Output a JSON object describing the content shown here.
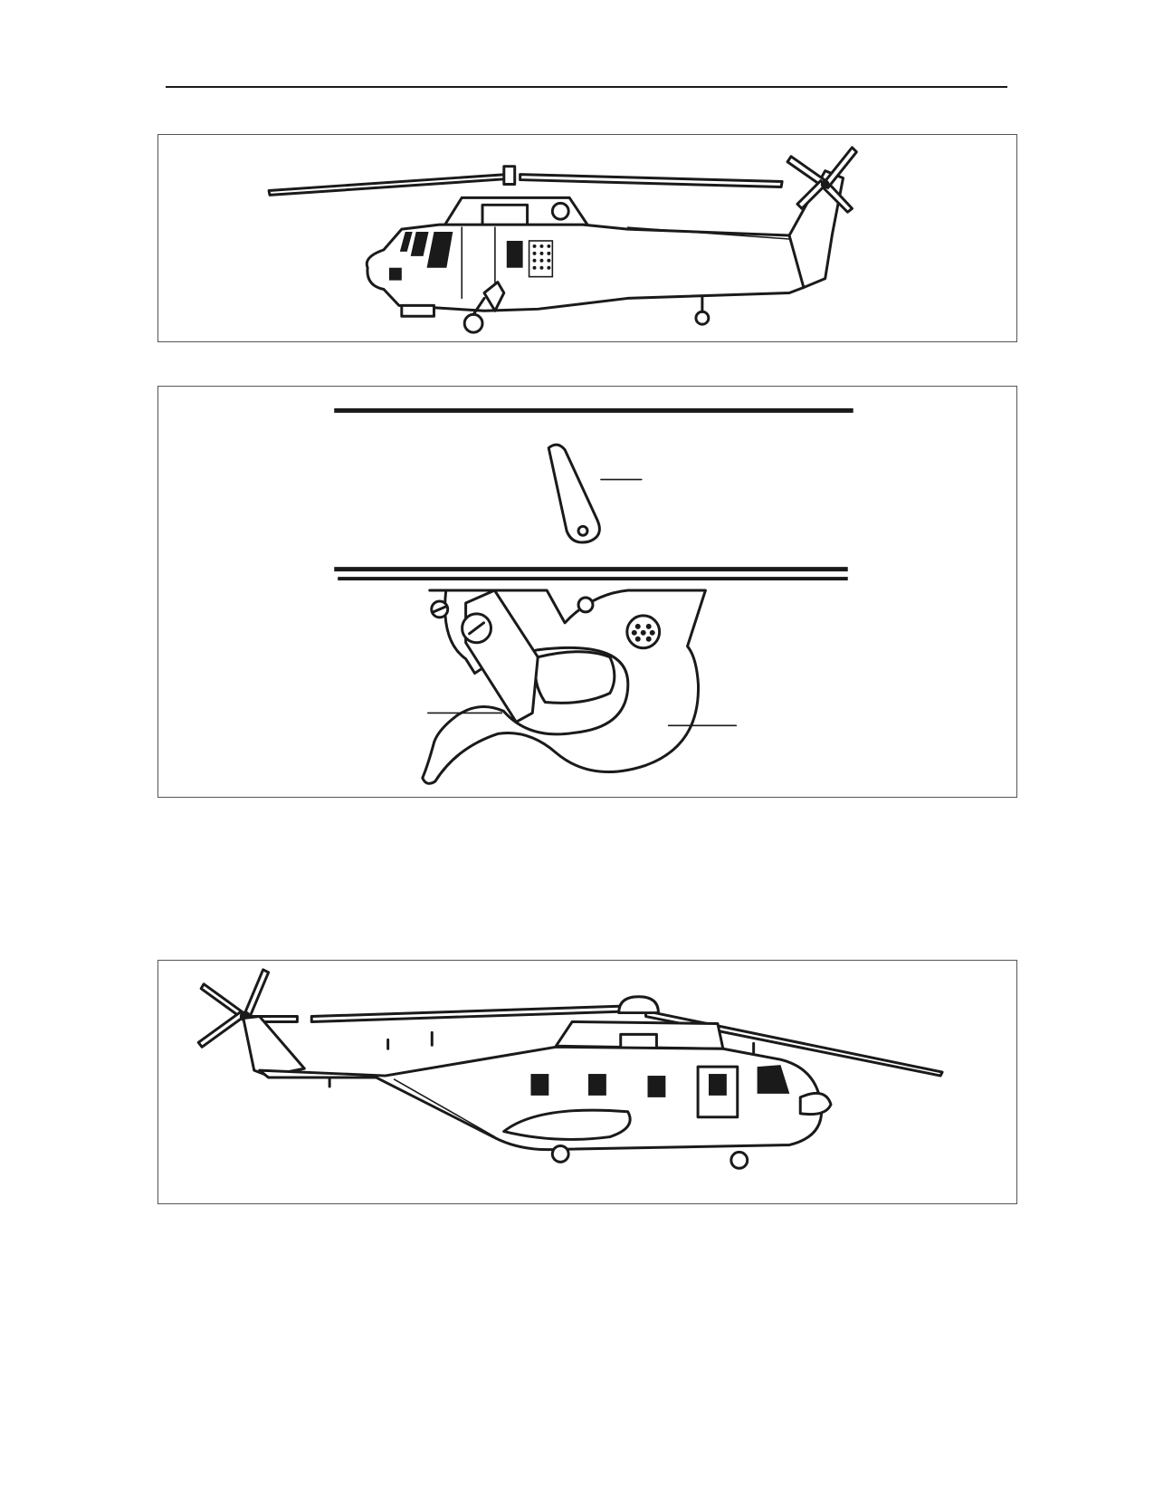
{
  "page": {
    "figures": [
      {
        "id": "figure-1",
        "subject": "helicopter-side-view"
      },
      {
        "id": "figure-2",
        "subject": "cargo-hook-detail"
      },
      {
        "id": "figure-3",
        "subject": "helicopter-side-view"
      }
    ]
  }
}
